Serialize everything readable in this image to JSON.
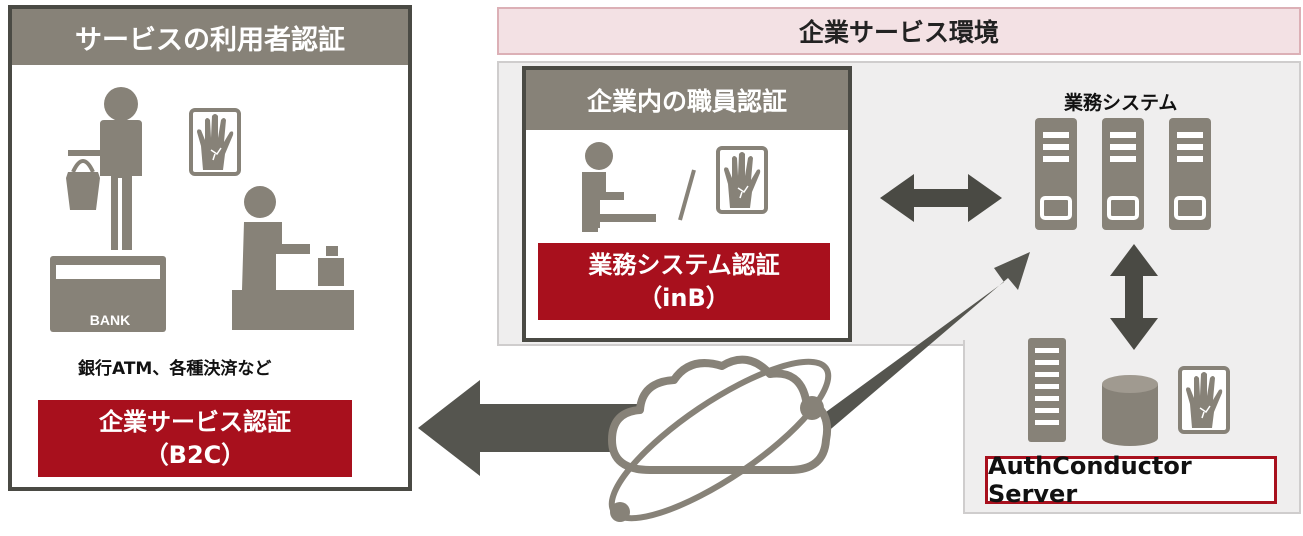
{
  "left_panel": {
    "title": "サービスの利用者認証",
    "bank_label": "BANK",
    "caption": "銀行ATM、各種決済など",
    "auth_box": {
      "line1": "企業サービス認証",
      "line2": "（B2C）"
    }
  },
  "enterprise": {
    "title": "企業サービス環境",
    "staff_panel": {
      "title": "企業内の職員認証",
      "auth_box": {
        "line1": "業務システム認証",
        "line2": "（inB）"
      }
    },
    "business_system_label": "業務システム",
    "server_label": "AuthConductor Server"
  },
  "colors": {
    "gray": "#878278",
    "dark": "#4a4a44",
    "red": "#a8101d",
    "pink": "#f3e1e4",
    "env_bg": "#efeeee"
  },
  "icons": [
    "person-with-basket-icon",
    "palm-vein-icon",
    "cashier-icon",
    "register-icon",
    "bank-card-icon",
    "office-worker-icon",
    "server-icon",
    "database-icon",
    "cloud-network-icon",
    "bidirectional-arrow-icon"
  ]
}
